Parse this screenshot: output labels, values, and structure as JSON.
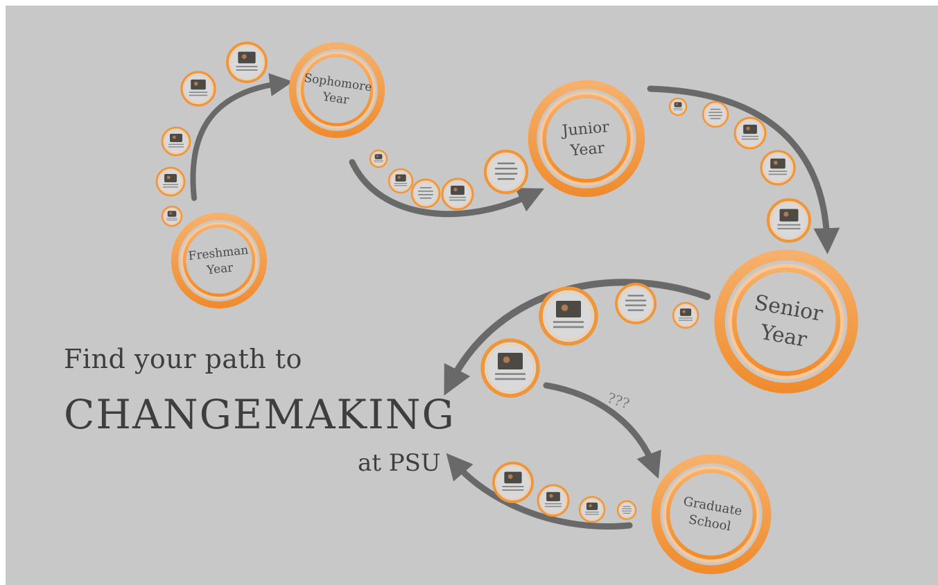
{
  "headline": {
    "line1": "Find your path to",
    "line2": "CHANGEMAKING",
    "line3": "at PSU"
  },
  "annotation": "???",
  "colors": {
    "background": "#c8c8c8",
    "accent": "#f0963a",
    "ring_light": "#f8c89a",
    "arrow": "#5f5f5f",
    "text": "#3e3e3e"
  },
  "stages": [
    {
      "id": "freshman",
      "lines": [
        "Freshman",
        "Year"
      ]
    },
    {
      "id": "sophomore",
      "lines": [
        "Sophomore",
        "Year"
      ]
    },
    {
      "id": "junior",
      "lines": [
        "Junior",
        "Year"
      ]
    },
    {
      "id": "senior",
      "lines": [
        "Senior",
        "Year"
      ]
    },
    {
      "id": "graduate",
      "lines": [
        "Graduate",
        "School"
      ]
    }
  ],
  "milestone_icon": "photo-thumbnail-icon"
}
